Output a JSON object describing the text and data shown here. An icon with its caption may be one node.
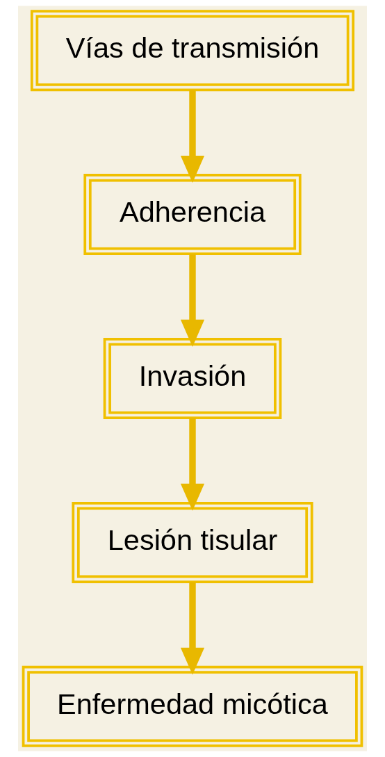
{
  "diagram": {
    "nodes": [
      {
        "text": [
          "Vías de transmisión"
        ]
      },
      {
        "text": [
          "Adherencia"
        ]
      },
      {
        "text": [
          "Invasión"
        ]
      },
      {
        "text": [
          "Lesión tisular"
        ]
      },
      {
        "text": [
          "Enfermedad micótica"
        ]
      }
    ],
    "edges": [
      {
        "from": 0,
        "to": 1,
        "arrow": "to"
      },
      {
        "from": 1,
        "to": 2,
        "arrow": "to"
      },
      {
        "from": 2,
        "to": 3,
        "arrow": "to"
      },
      {
        "from": 3,
        "to": 4,
        "arrow": "to"
      }
    ]
  }
}
